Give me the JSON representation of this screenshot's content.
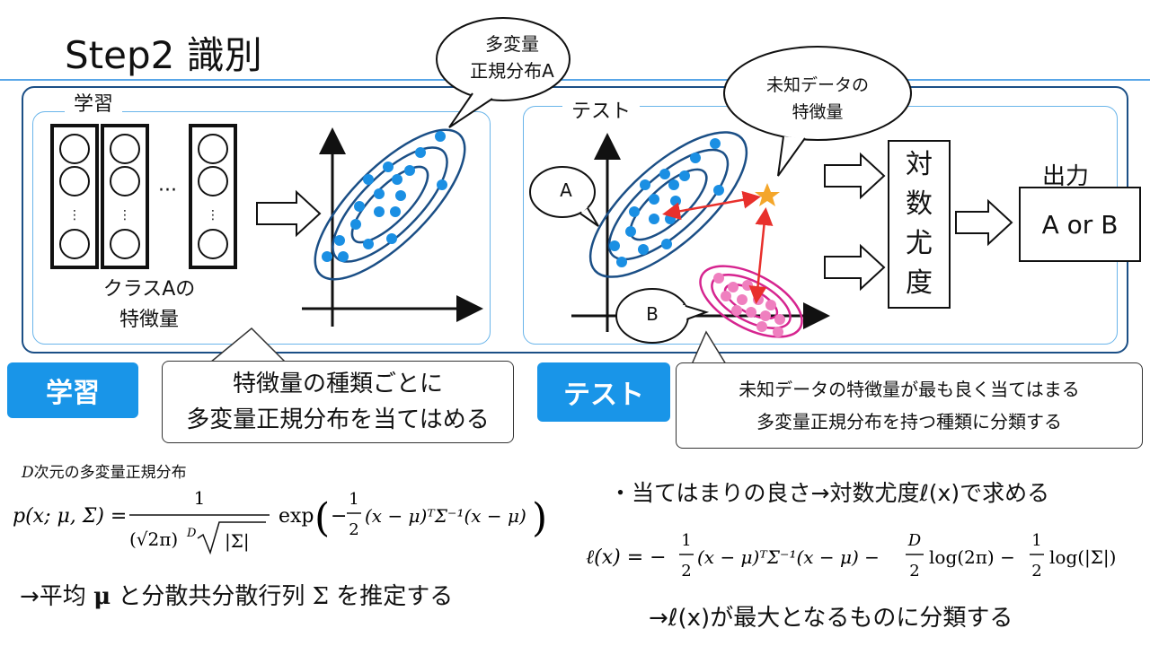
{
  "title": "Step2 識別",
  "training": {
    "panel_label": "学習",
    "feature_caption": [
      "クラスAの",
      "特徴量"
    ],
    "ellipsis": "···",
    "bubble": [
      "多変量",
      "正規分布A"
    ],
    "tag": "学習",
    "note": [
      "特徴量の種類ごとに",
      "多変量正規分布を当てはめる"
    ]
  },
  "testing": {
    "panel_label": "テスト",
    "bubble_unknown": [
      "未知データの",
      "特徴量"
    ],
    "bubble_a": "A",
    "bubble_b": "B",
    "loglik_box": [
      "対",
      "数",
      "尤",
      "度"
    ],
    "output_label": "出力",
    "output_value": "A or B",
    "tag": "テスト",
    "note": [
      "未知データの特徴量が最も良く当てはまる",
      "多変量正規分布を持つ種類に分類する"
    ]
  },
  "formulas": {
    "heading_var": "D",
    "heading_text": "次元の多変量正規分布",
    "density_lhs": "p(x; μ, Σ) =",
    "density_numer": "1",
    "density_denom": "(√2π)",
    "density_denom_exp": "D",
    "density_sqrt": "|Σ|",
    "density_exp": "exp",
    "density_half_numer": "1",
    "density_half_denom": "2",
    "density_quad": "(x − μ)ᵀΣ⁻¹(x − μ)",
    "estimate_prefix": "→平均 ",
    "estimate_mu": "μ",
    "estimate_mid": " と分散共分散行列 ",
    "estimate_sigma": "Σ",
    "estimate_suffix": " を推定する",
    "bullet": "・当てはまりの良さ→対数尤度ℓ(x)で求める",
    "loglik_lhs": "ℓ(x) = −",
    "loglik_term1": "(x − μ)ᵀΣ⁻¹(x − μ) −",
    "loglik_D": "D",
    "loglik_2": "2",
    "loglik_1": "1",
    "loglik_log2pi": "log(2π) −",
    "loglik_logsigma": "log(|Σ|)",
    "classify": "→ℓ(x)が最大となるものに分類する"
  },
  "colors": {
    "accent_blue": "#1995e8",
    "class_a_dots": "#1a8fe3",
    "class_a_ellipse": "#1b4f86",
    "class_b_dots": "#ef7fbf",
    "class_b_ellipse": "#d6248f",
    "star": "#f4a62a",
    "distance_arrow": "#e8302c",
    "panel_border": "#6ab5ea"
  }
}
